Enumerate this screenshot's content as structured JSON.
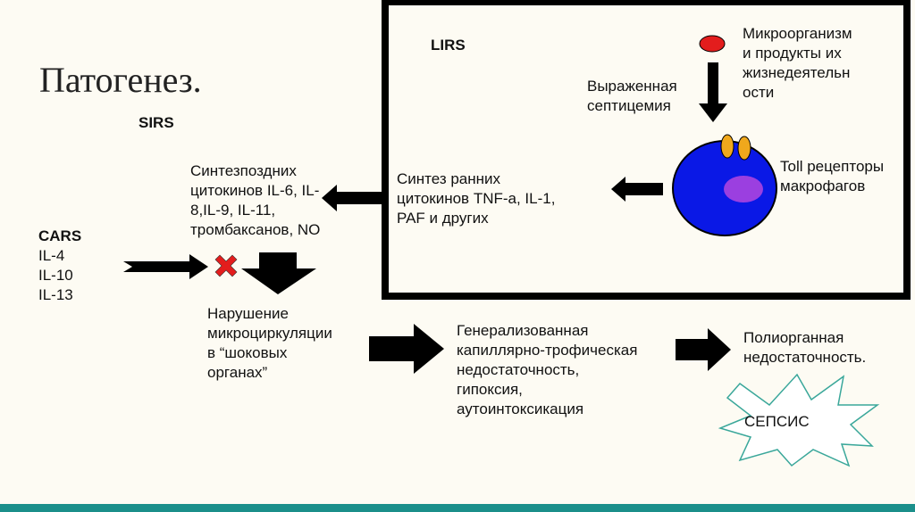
{
  "title": "Патогенез.",
  "sirs_label": "SIRS",
  "lirs_label": "LIRS",
  "microorganism": [
    "Микроорганизм",
    "и продукты их",
    "жизнедеятельн",
    "ости"
  ],
  "septicemia": [
    "Выраженная",
    "септицемия"
  ],
  "toll": [
    "Toll рецепторы",
    "макрофагов"
  ],
  "early_cytokines": [
    "Синтез ранних",
    "цитокинов TNF-a, IL-1,",
    "PAF и других"
  ],
  "late_cytokines": [
    "Синтезпоздних",
    "цитокинов IL-6, IL-",
    "8,IL-9, IL-11,",
    "тромбаксанов, NO"
  ],
  "cars": {
    "title": "CARS",
    "items": [
      "IL-4",
      "IL-10",
      "IL-13"
    ]
  },
  "microcirculation": [
    "Нарушение",
    "микроциркуляции",
    "в “шоковых",
    "органах”"
  ],
  "generalized": [
    "Генерализованная",
    "капиллярно-трофическая",
    "недостаточность,",
    "гипоксия,",
    "аутоинтоксикация"
  ],
  "multiorgan": [
    "Полиорганная",
    "недостаточность."
  ],
  "sepsis": "СЕПСИС",
  "colors": {
    "macrophage": "#0a18e6",
    "nucleus": "#9b3fe0",
    "receptor": "#f0a81c",
    "microbe": "#e31d1d",
    "cross": "#e31d1d",
    "footer": "#1b8f8a"
  }
}
